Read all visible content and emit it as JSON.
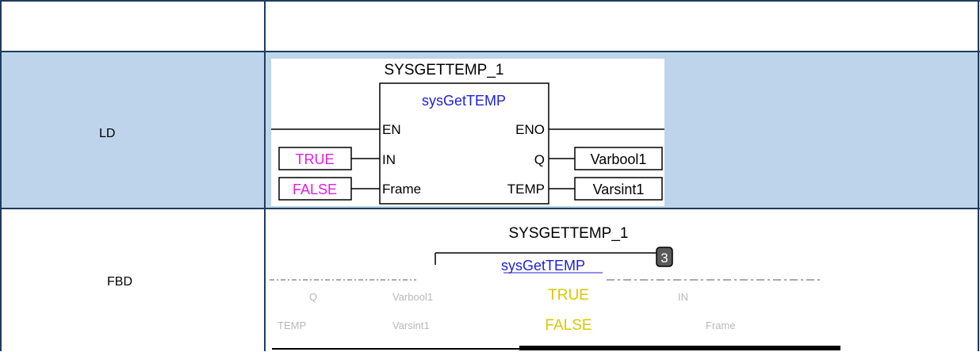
{
  "table": {
    "header": {
      "left": "",
      "right": ""
    },
    "rows": [
      {
        "label": "LD"
      },
      {
        "label": "FBD"
      }
    ]
  },
  "ld": {
    "instance": "SYSGETTEMP_1",
    "function": "sysGetTEMP",
    "in_pins": [
      "EN",
      "IN",
      "Frame"
    ],
    "out_pins": [
      "ENO",
      "Q",
      "TEMP"
    ],
    "in_consts": [
      "TRUE",
      "FALSE"
    ],
    "out_vars": [
      "Varbool1",
      "Varsint1"
    ]
  },
  "fbd": {
    "instance": "SYSGETTEMP_1",
    "function": "sysGetTEMP",
    "exec_order": "3",
    "consts": [
      "TRUE",
      "FALSE"
    ],
    "garbled": [
      "Q",
      "Varbool1",
      "Varsint1",
      "IN",
      "Frame",
      "TEMP"
    ]
  },
  "colors": {
    "border": "#1f3b5e",
    "row_band": "#bdd4ea",
    "function_name": "#1f1fd6",
    "ld_const": "#e020e0",
    "fbd_const": "#d9c800"
  }
}
